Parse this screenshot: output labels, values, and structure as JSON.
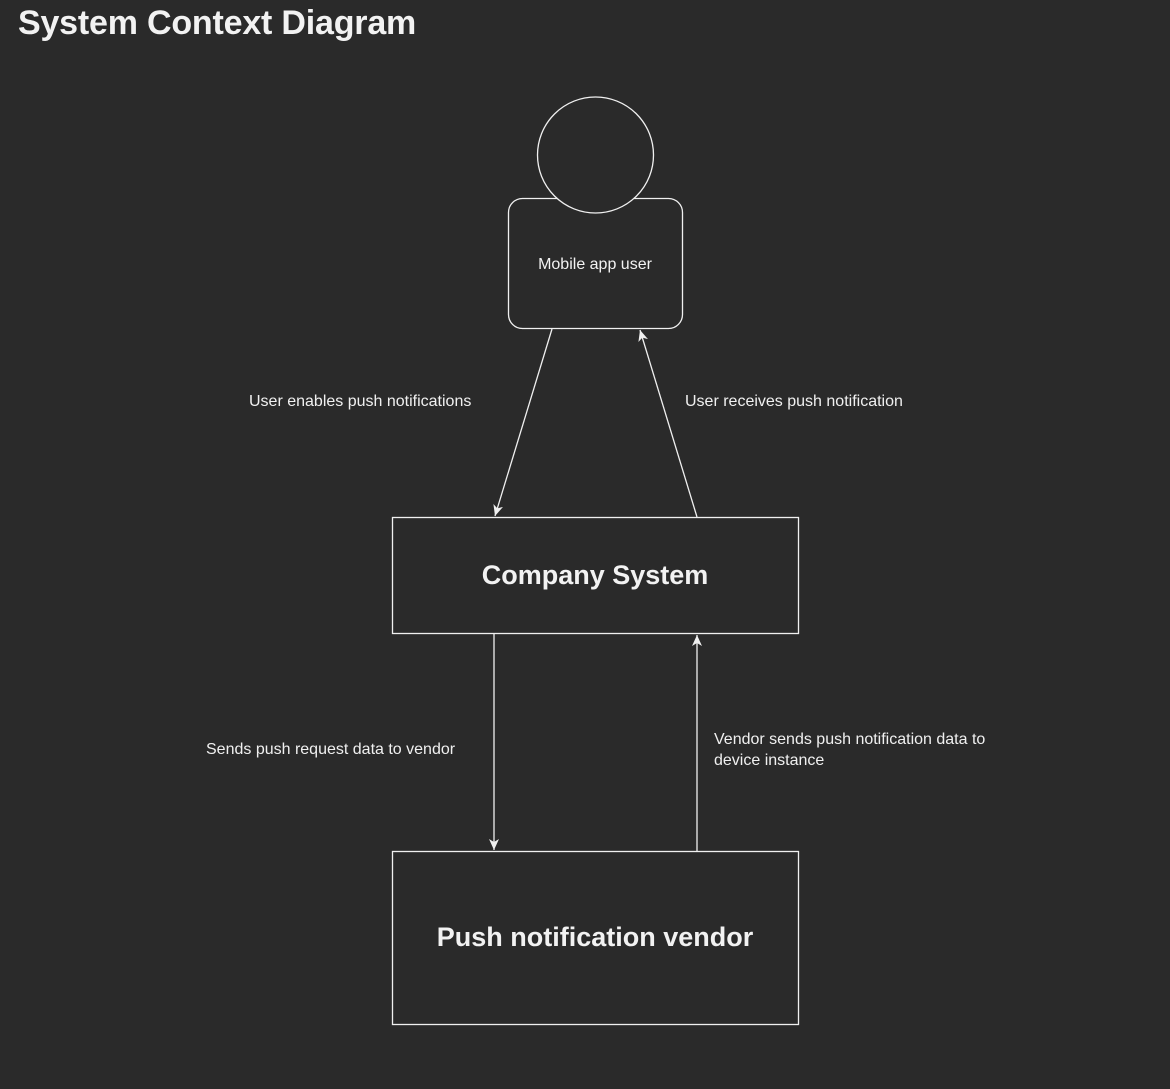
{
  "diagram": {
    "title": "System Context Diagram",
    "colors": {
      "background": "#2a2a2a",
      "stroke": "#f0f0f0",
      "text": "#f2f2f2"
    },
    "nodes": {
      "actor": {
        "label": "Mobile app user",
        "shape": "person"
      },
      "company": {
        "label": "Company System",
        "shape": "rectangle"
      },
      "vendor": {
        "label": "Push notification vendor",
        "shape": "rectangle"
      }
    },
    "edges": {
      "user_to_company": {
        "label": "User enables push notifications"
      },
      "company_to_user": {
        "label": "User receives push notification"
      },
      "company_to_vendor": {
        "label": "Sends push request data to vendor"
      },
      "vendor_to_company": {
        "label_line1": "Vendor sends push notification data to",
        "label_line2": "device instance"
      }
    }
  }
}
